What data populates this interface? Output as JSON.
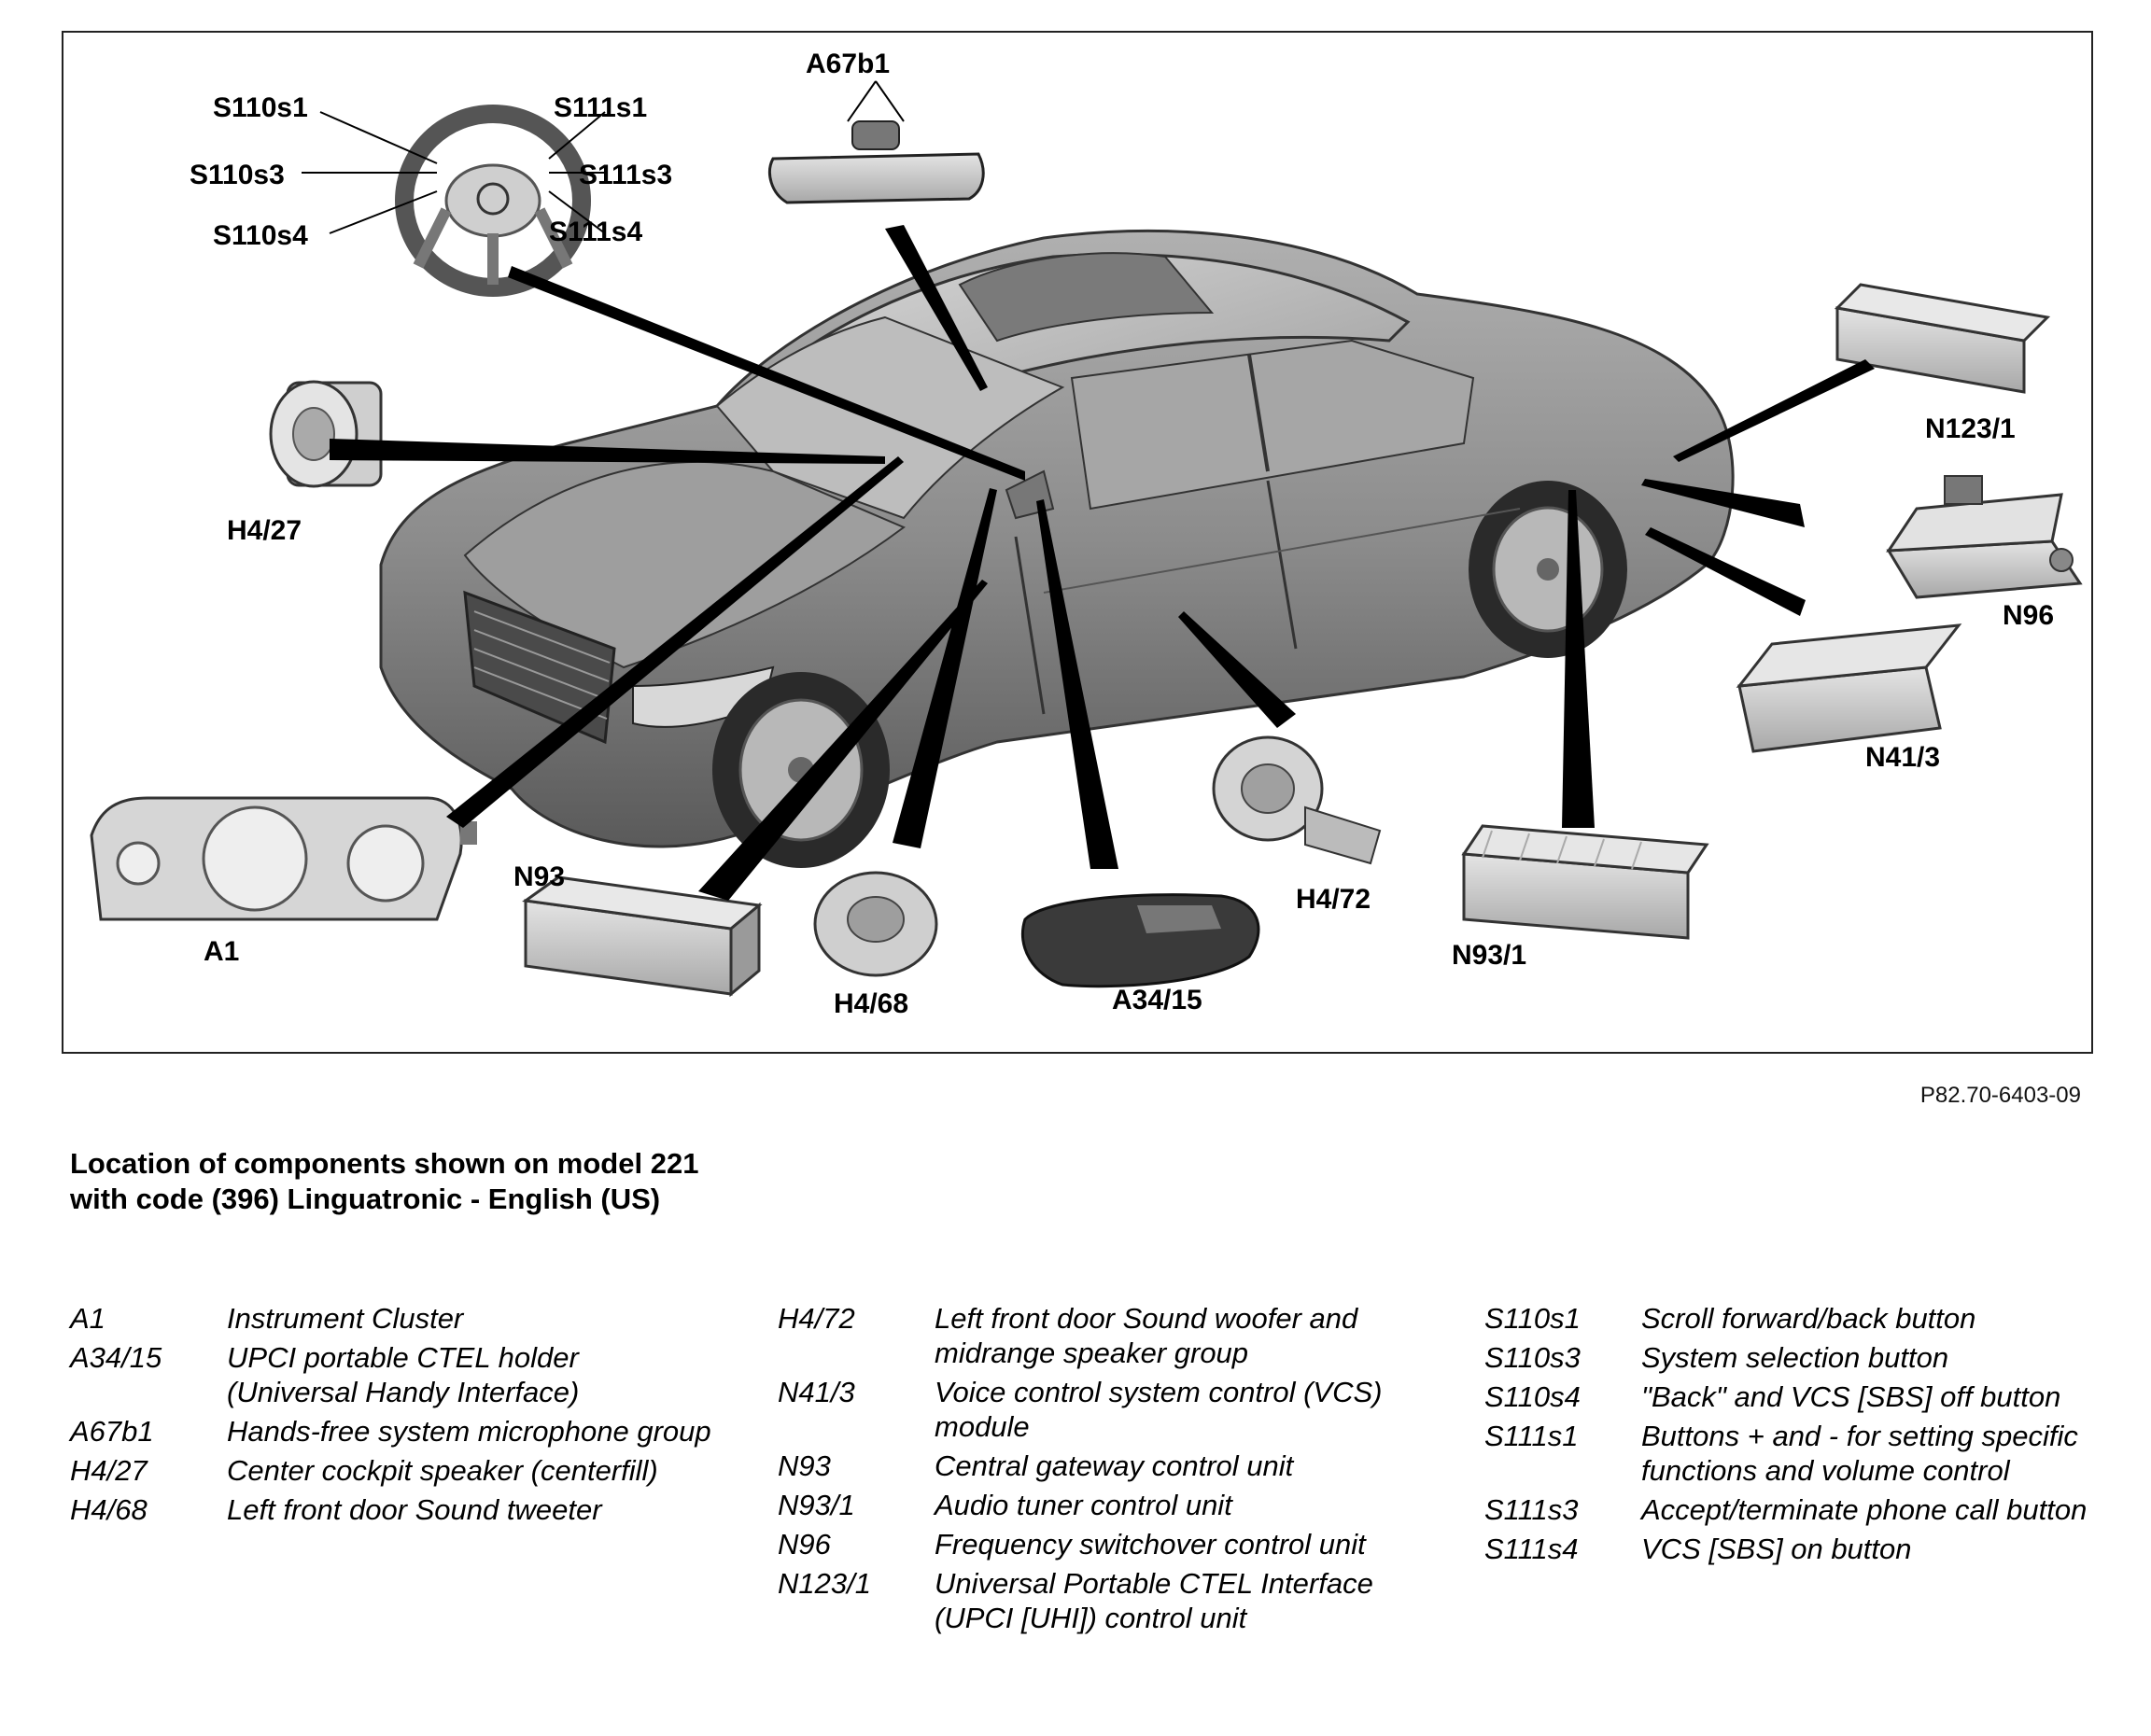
{
  "figure": {
    "code": "P82.70-6403-09",
    "callouts": {
      "S110s1": "S110s1",
      "S110s3": "S110s3",
      "S110s4": "S110s4",
      "S111s1": "S111s1",
      "S111s3": "S111s3",
      "S111s4": "S111s4",
      "A67b1": "A67b1",
      "H4_27": "H4/27",
      "A1": "A1",
      "N93": "N93",
      "H4_68": "H4/68",
      "A34_15": "A34/15",
      "H4_72": "H4/72",
      "N93_1": "N93/1",
      "N123_1": "N123/1",
      "N96": "N96",
      "N41_3": "N41/3"
    },
    "colors": {
      "car_body": "#8c8c8c",
      "component": "#c8c8c8",
      "leader": "#000000"
    }
  },
  "caption": "Location of components shown on model 221 with code (396) Linguatronic - English (US)",
  "legend": {
    "col1": [
      {
        "code": "A1",
        "desc": "Instrument Cluster"
      },
      {
        "code": "A34/15",
        "desc": "UPCI portable CTEL holder (Universal Handy Interface)"
      },
      {
        "code": "A67b1",
        "desc": "Hands-free system microphone group"
      },
      {
        "code": "H4/27",
        "desc": "Center cockpit speaker (centerfill)"
      },
      {
        "code": "H4/68",
        "desc": "Left front door Sound tweeter"
      }
    ],
    "col2": [
      {
        "code": "H4/72",
        "desc": "Left front door Sound woofer and midrange speaker group"
      },
      {
        "code": "N41/3",
        "desc": "Voice control system control (VCS) module"
      },
      {
        "code": "N93",
        "desc": "Central gateway control unit"
      },
      {
        "code": "N93/1",
        "desc": "Audio tuner control unit"
      },
      {
        "code": "N96",
        "desc": "Frequency switchover control unit"
      },
      {
        "code": "N123/1",
        "desc": "Universal Portable CTEL Interface (UPCI [UHI]) control unit"
      }
    ],
    "col3": [
      {
        "code": "S110s1",
        "desc": "Scroll forward/back button"
      },
      {
        "code": "S110s3",
        "desc": "System selection button"
      },
      {
        "code": "S110s4",
        "desc": "\"Back\" and VCS [SBS] off button"
      },
      {
        "code": "S111s1",
        "desc": "Buttons + and - for setting specific functions and volume control"
      },
      {
        "code": "S111s3",
        "desc": "Accept/terminate phone call button"
      },
      {
        "code": "S111s4",
        "desc": "VCS [SBS] on button"
      }
    ]
  }
}
